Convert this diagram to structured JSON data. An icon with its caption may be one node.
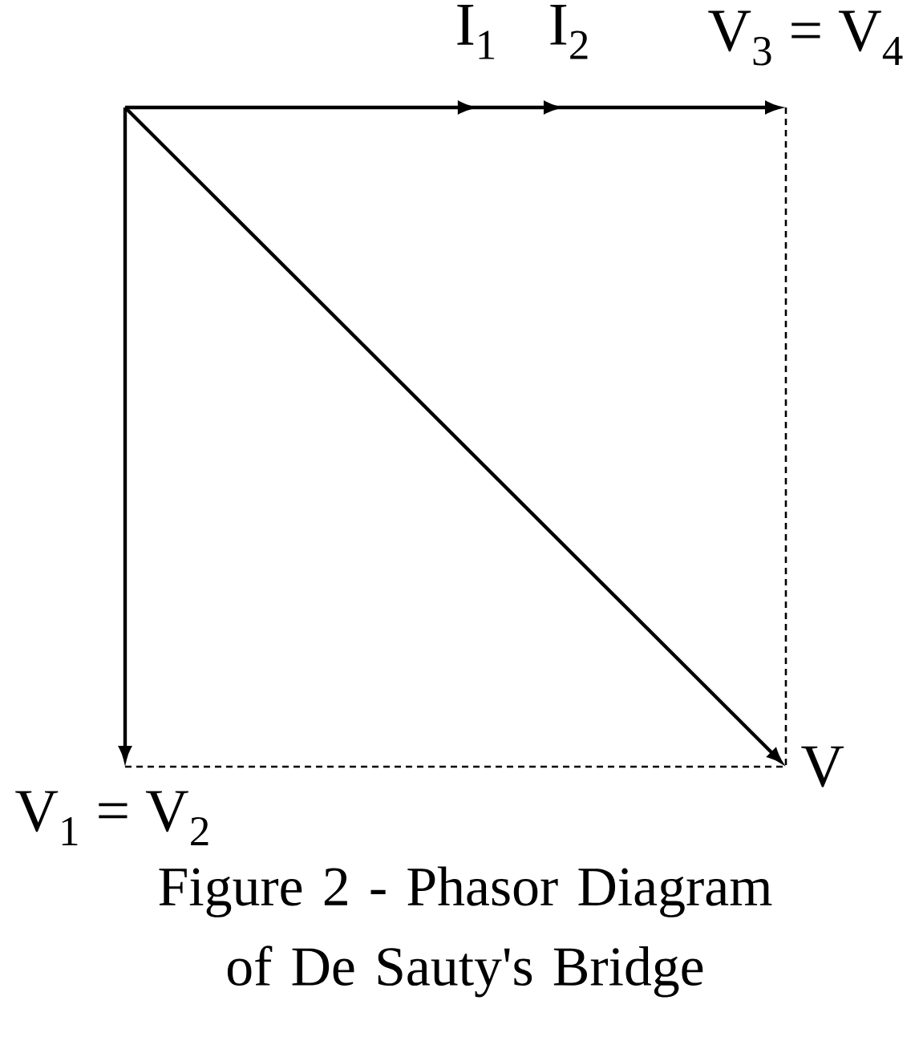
{
  "diagram": {
    "caption": "Figure 2 - Phasor Diagram of De Sauty's Bridge",
    "nodes": [
      {
        "text": [
          "V$_{3}$ = V$_{4}$"
        ]
      },
      {
        "text": [
          "V$_{1}$ = V$_{2}$"
        ]
      },
      {
        "text": [
          "V"
        ]
      }
    ],
    "edges": [
      {
        "from": null,
        "to": 0,
        "arrow": "to"
      },
      {
        "from": null,
        "to": 1,
        "arrow": "to"
      },
      {
        "from": null,
        "to": 2,
        "arrow": "to"
      },
      {
        "from": 0,
        "to": 2,
        "arrow": "none",
        "style": "dashed"
      },
      {
        "from": 1,
        "to": 2,
        "arrow": "none",
        "style": "dashed"
      }
    ],
    "labels": [
      "I$_{1}$",
      "I$_{2}$"
    ]
  }
}
